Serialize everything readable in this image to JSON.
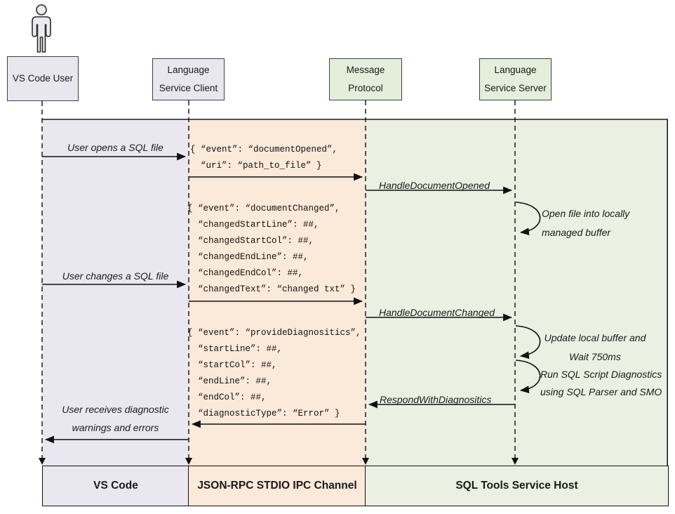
{
  "actors": [
    {
      "label": "VS Code User"
    },
    {
      "label": "Language\nService Client"
    },
    {
      "label": "Message\nProtocol"
    },
    {
      "label": "Language\nService Server"
    }
  ],
  "messages": {
    "user_opens": "User opens a SQL file",
    "handle_document_opened": "HandleDocumentOpened",
    "open_file_loop": "Open file into locally\nmanaged buffer",
    "user_changes": "User changes a SQL file",
    "handle_document_changed": "HandleDocumentChanged",
    "update_buffer_loop": "Update local buffer and\nWait 750ms",
    "run_diagnostics_loop": "Run SQL Script Diagnostics\nusing SQL Parser and SMO",
    "respond_with_diagnostics": "RespondWithDiagnositics",
    "user_receives": "User receives diagnostic\nwarnings and errors"
  },
  "payloads": {
    "document_opened": "{ “event”: “documentOpened”,\n  “uri”: “path_to_file” }",
    "document_changed": "{ “event”: “documentChanged”,\n  “changedStartLine”: ##,\n  “changedStartCol”: ##,\n  “changedEndLine”: ##,\n  “changedEndCol”: ##,\n  “changedText”: “changed txt” }",
    "provide_diagnostics": "{ “event”: “provideDiagnositics”,\n  “startLine”: ##,\n  “startCol”: ##,\n  “endLine”: ##,\n  “endCol”: ##,\n  “diagnosticType”: “Error” }"
  },
  "lanes": [
    {
      "label": "VS Code",
      "color": "#E9E8F1"
    },
    {
      "label": "JSON-RPC STDIO IPC Channel",
      "color": "#FBE9DA"
    },
    {
      "label": "SQL Tools Service Host",
      "color": "#EBF0E3"
    }
  ],
  "colors": {
    "participant_box_purple": "#E8E7F0",
    "participant_box_green": "#E4EEDB",
    "line": "#1A1A1A",
    "border": "#3F3F3F"
  }
}
